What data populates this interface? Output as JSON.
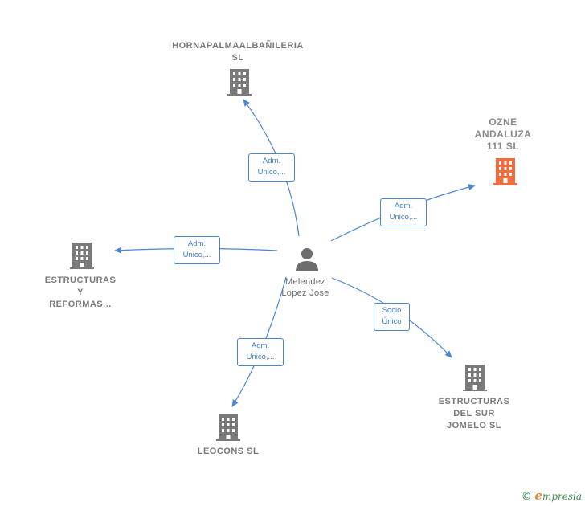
{
  "center": {
    "name_line1": "Melendez",
    "name_line2": "Lopez Jose",
    "icon": "person-icon"
  },
  "companies": [
    {
      "id": "hornapalma",
      "line1": "HORNAPALMAALBAÑILERIA",
      "line2": "SL",
      "line3": "",
      "color": "#7a7a7a",
      "highlight": false
    },
    {
      "id": "ozne",
      "line1": "OZNE",
      "line2": "ANDALUZA",
      "line3": "111  SL",
      "color": "#f26b3a",
      "highlight": true
    },
    {
      "id": "estructuras-reformas",
      "line1": "ESTRUCTURAS",
      "line2": "Y",
      "line3": "REFORMAS...",
      "color": "#7a7a7a",
      "highlight": false
    },
    {
      "id": "leocons",
      "line1": "LEOCONS SL",
      "line2": "",
      "line3": "",
      "color": "#7a7a7a",
      "highlight": false
    },
    {
      "id": "estructuras-sur",
      "line1": "ESTRUCTURAS",
      "line2": "DEL SUR",
      "line3": "JOMELO  SL",
      "color": "#7a7a7a",
      "highlight": false
    }
  ],
  "edges": [
    {
      "to": "hornapalma",
      "line1": "Adm.",
      "line2": "Unico,..."
    },
    {
      "to": "ozne",
      "line1": "Adm.",
      "line2": "Unico,..."
    },
    {
      "to": "estructuras-reformas",
      "line1": "Adm.",
      "line2": "Unico,..."
    },
    {
      "to": "leocons",
      "line1": "Adm.",
      "line2": "Unico,..."
    },
    {
      "to": "estructuras-sur",
      "line1": "Socio",
      "line2": "Único"
    }
  ],
  "footer": {
    "copyright": "©",
    "brand_initial": "e",
    "brand_rest": "mpresia"
  },
  "colors": {
    "edge": "#4a86d4",
    "building": "#7a7a7a",
    "highlight": "#f26b3a",
    "person": "#6d6d6d"
  }
}
